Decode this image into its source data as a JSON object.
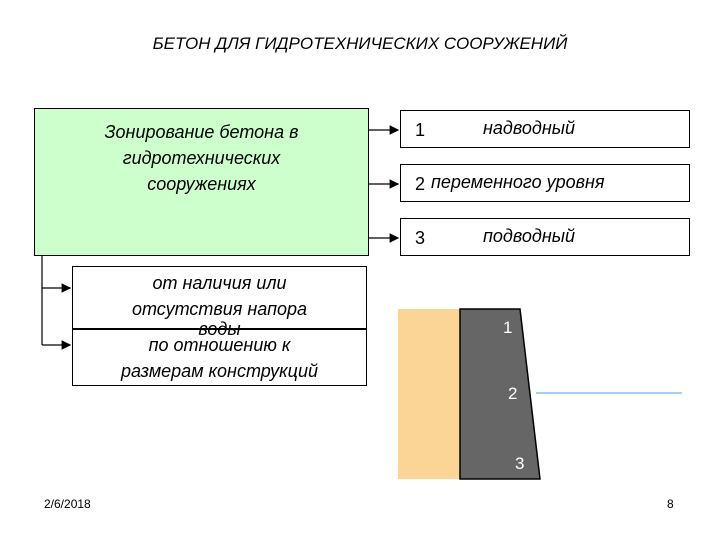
{
  "title": "БЕТОН ДЛЯ ГИДРОТЕХНИЧЕСКИХ СООРУЖЕНИЙ",
  "main_box": {
    "text": [
      "Зонирование бетона в",
      "гидротехнических",
      "сооружениях"
    ]
  },
  "zones": [
    {
      "number": "1",
      "label": "надводный"
    },
    {
      "number": "2",
      "label": "переменного уровня"
    },
    {
      "number": "3",
      "label": "подводный"
    }
  ],
  "criteria": [
    {
      "text": [
        "от наличия или",
        "отсутствия напора",
        "воды"
      ]
    },
    {
      "text": [
        "по отношению к",
        "размерам конструкций"
      ]
    }
  ],
  "figure_labels": [
    "1",
    "2",
    "3"
  ],
  "colors": {
    "box_fill": "#ccffcc",
    "earth": "#fbd596",
    "dam": "#666666",
    "water_line": "#4aa3e0"
  },
  "footer": {
    "date": "2/6/2018",
    "page": "8"
  }
}
